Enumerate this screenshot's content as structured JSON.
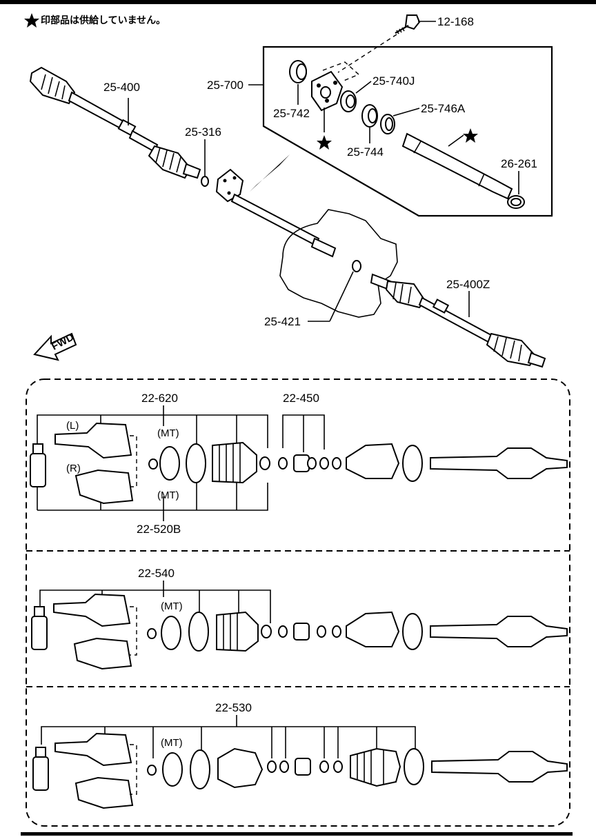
{
  "note": "印部品は供給していません。",
  "callouts": {
    "bolt": "12-168",
    "axle_left": "25-400",
    "axle_right": "25-400Z",
    "clip": "25-316",
    "joint_shaft_kit": "25-700",
    "bearing": "25-740J",
    "seal_a": "25-746A",
    "ring_742": "25-742",
    "ring_744": "25-744",
    "oil_seal": "26-261",
    "snap_ring": "25-421"
  },
  "fwd_label": "FWD",
  "panel1": {
    "boot_kit": "22-620",
    "boot_kit_2": "22-450",
    "bottom_kit": "22-520B",
    "mt_top": "(MT)",
    "mt_bottom": "(MT)",
    "left_tag": "(L)",
    "right_tag": "(R)"
  },
  "panel2": {
    "kit": "22-540",
    "mt": "(MT)"
  },
  "panel3": {
    "kit": "22-530",
    "mt": "(MT)"
  }
}
